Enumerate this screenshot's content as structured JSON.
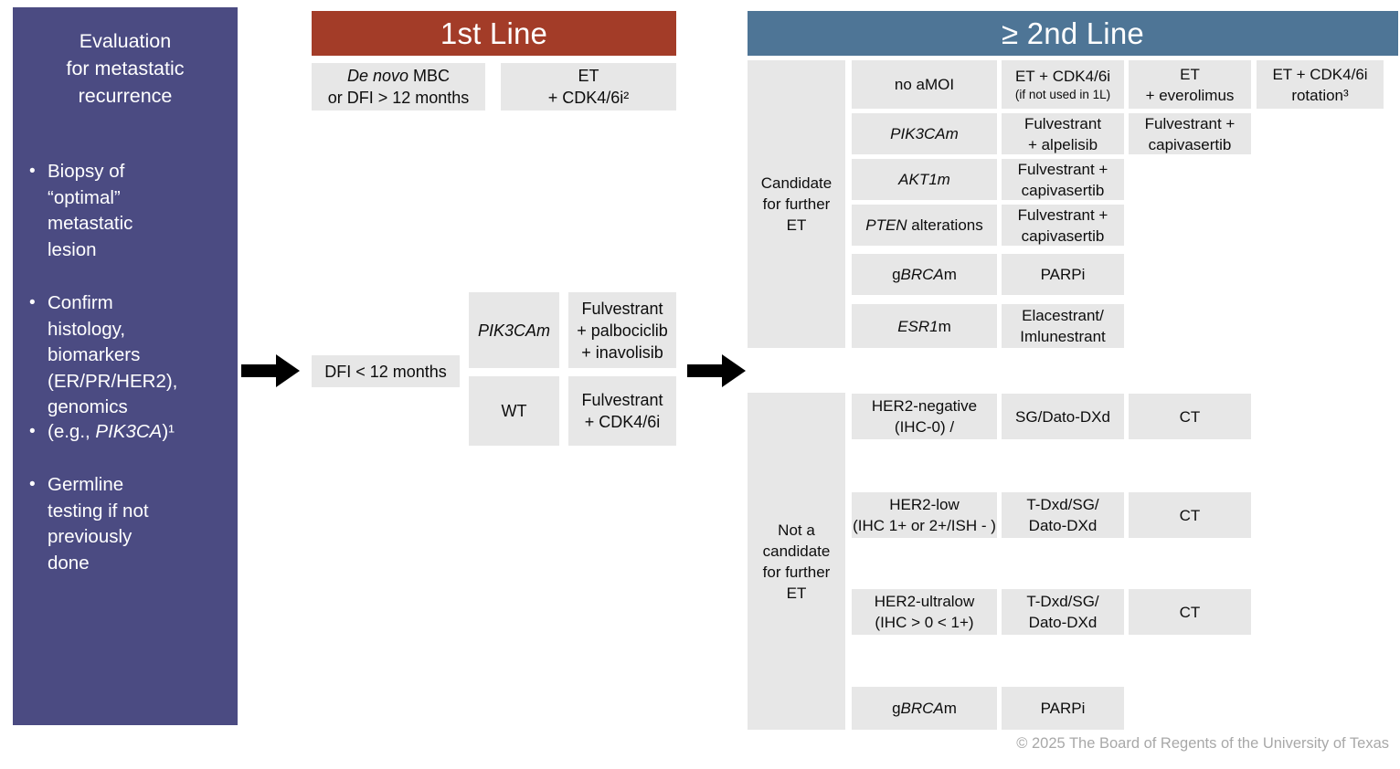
{
  "sidebar": {
    "title": "Evaluation\nfor metastatic\nrecurrence",
    "bullets": [
      {
        "dot": "•",
        "text_html": "Biopsy of\n“optimal”\nmetastatic\nlesion"
      },
      {
        "dot": "•",
        "text_html": "Confirm\nhistology,\nbiomarkers\n(ER/PR/HER2),\ngenomics"
      },
      {
        "dot": "•",
        "text_html": "(e.g., PIK3CA)¹"
      },
      {
        "dot": "•",
        "text_html": "Germline\ntesting if not\npreviously\ndone"
      }
    ]
  },
  "first_line": {
    "header": "1st Line",
    "row_top": {
      "condition": "De novo MBC\nor DFI > 12 months",
      "treatment": "ET\n+ CDK4/6i²"
    },
    "row_bottom": {
      "condition": "DFI < 12 months",
      "branches": [
        {
          "biomarker": "PIK3CAm",
          "treatment": "Fulvestrant\n+ palbociclib\n+ inavolisib"
        },
        {
          "biomarker": "WT",
          "treatment": "Fulvestrant\n+ CDK4/6i"
        }
      ]
    }
  },
  "second_line": {
    "header": "≥ 2nd Line",
    "group_candidate": {
      "label": "Candidate\nfor further\nET",
      "rows": [
        {
          "biomarker": "no aMOI",
          "opt1": "ET + CDK4/6i",
          "opt1_sub": "(if not used in 1L)",
          "opt2": "ET\n+ everolimus",
          "opt3": "ET + CDK4/6i\nrotation³"
        },
        {
          "biomarker": "PIK3CAm",
          "opt1": "Fulvestrant\n+ alpelisib",
          "opt2": "Fulvestrant +\ncapivasertib",
          "opt3": ""
        },
        {
          "biomarker": "AKT1m",
          "opt1": "Fulvestrant +\ncapivasertib",
          "opt2": "",
          "opt3": ""
        },
        {
          "biomarker": "PTEN alterations",
          "opt1": "Fulvestrant +\ncapivasertib",
          "opt2": "",
          "opt3": ""
        },
        {
          "biomarker": "gBRCAm",
          "opt1": "PARPi",
          "opt2": "",
          "opt3": ""
        },
        {
          "biomarker": "ESR1m",
          "opt1": "Elacestrant/\nImlunestrant",
          "opt2": "",
          "opt3": ""
        }
      ]
    },
    "group_not_candidate": {
      "label": "Not a\ncandidate\nfor further\nET",
      "rows": [
        {
          "biomarker": "HER2-negative\n(IHC-0) /",
          "opt1": "SG/Dato-DXd",
          "opt2": "CT"
        },
        {
          "biomarker": "HER2-low\n(IHC 1+ or 2+/ISH - )",
          "opt1": "T-Dxd/SG/\nDato-DXd",
          "opt2": "CT"
        },
        {
          "biomarker": "HER2-ultralow\n(IHC > 0 < 1+)",
          "opt1": "T-Dxd/SG/\nDato-DXd",
          "opt2": "CT"
        },
        {
          "biomarker": "gBRCAm",
          "opt1": "PARPi",
          "opt2": ""
        }
      ]
    }
  },
  "footer": "© 2025 The Board of Regents of the University of Texas",
  "colors": {
    "sidebar": "#4b4b82",
    "first_line_header": "#a33c28",
    "second_line_header": "#4e7596",
    "cell": "#e7e7e7",
    "arrow": "#000000",
    "footer_text": "#a8a8a8"
  }
}
